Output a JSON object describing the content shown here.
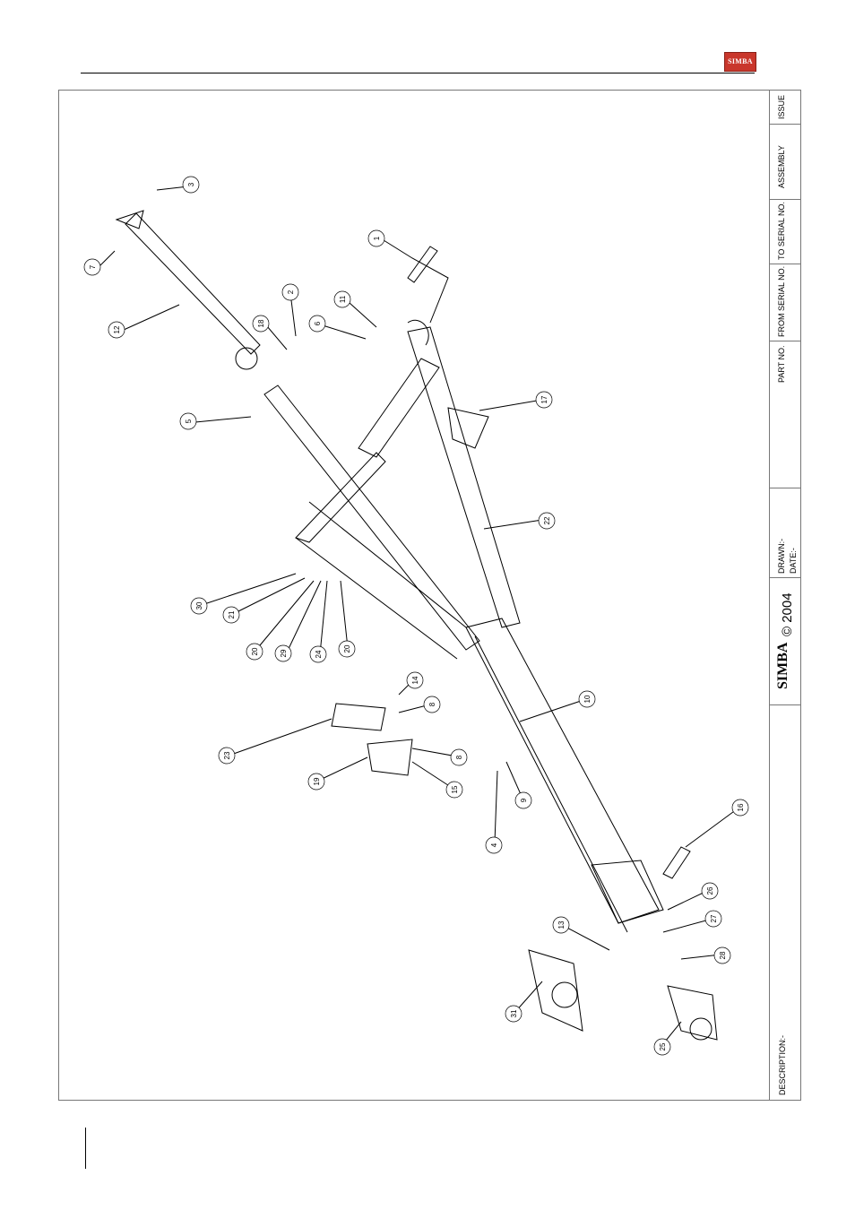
{
  "header": {
    "logo_text": "SIMBA"
  },
  "title_block": {
    "issue_label": "ISSUE",
    "assembly_label": "ASSEMBLY",
    "to_serial_label": "TO SERIAL NO.",
    "from_serial_label": "FROM SERIAL NO.",
    "part_no_label": "PART NO.",
    "drawn_label": "DRAWN:-",
    "date_label": "DATE:-",
    "copyright": "© 2004",
    "brand": "SIMBA",
    "description_label": "DESCRIPTION:-"
  },
  "callouts": [
    "3",
    "7",
    "12",
    "1",
    "2",
    "18",
    "11",
    "6",
    "5",
    "17",
    "22",
    "30",
    "21",
    "20",
    "29",
    "24",
    "20",
    "14",
    "8",
    "23",
    "8",
    "19",
    "15",
    "10",
    "4",
    "9",
    "16",
    "26",
    "13",
    "27",
    "28",
    "31",
    "25"
  ]
}
